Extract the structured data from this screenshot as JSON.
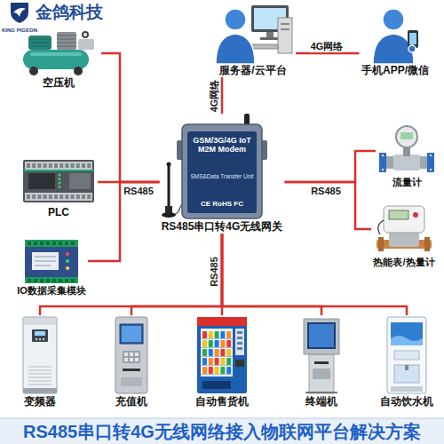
{
  "diagram": {
    "caption": "RS485串口转4G无线网络接入物联网平台解决方案",
    "nodes": [
      {
        "text": [
          "服务器/云平台"
        ]
      },
      {
        "text": [
          "手机APP/微信"
        ]
      },
      {
        "text": [
          "GSM/3G/4G IoT M2M Modem",
          "SMS&Data Transfer Unit",
          "CE RoHS FC",
          "RS485串口转4G无线网关"
        ]
      },
      {
        "text": [
          "空压机"
        ]
      },
      {
        "text": [
          "PLC"
        ]
      },
      {
        "text": [
          "IO数据采集模块"
        ]
      },
      {
        "text": [
          "流量计"
        ]
      },
      {
        "text": [
          "热能表/热量计"
        ]
      },
      {
        "text": [
          "变频器"
        ]
      },
      {
        "text": [
          "充值机"
        ]
      },
      {
        "text": [
          "自动售货机"
        ]
      },
      {
        "text": [
          "终端机"
        ]
      },
      {
        "text": [
          "自动饮水机"
        ]
      }
    ],
    "edges": [
      {
        "from": 0,
        "to": 2,
        "label": "4G网络",
        "arrow": "none"
      },
      {
        "from": 0,
        "to": 1,
        "label": "4G网络",
        "arrow": "none"
      },
      {
        "from": 2,
        "to": 3,
        "arrow": "none"
      },
      {
        "from": 2,
        "to": 4,
        "label": "RS485",
        "arrow": "none"
      },
      {
        "from": 2,
        "to": 5,
        "arrow": "none"
      },
      {
        "from": 2,
        "to": 6,
        "label": "RS485",
        "arrow": "none"
      },
      {
        "from": 2,
        "to": 7,
        "arrow": "none"
      },
      {
        "from": 2,
        "to": 8,
        "arrow": "none"
      },
      {
        "from": 2,
        "to": 9,
        "arrow": "none"
      },
      {
        "from": 2,
        "to": 10,
        "label": "RS485",
        "arrow": "none"
      },
      {
        "from": 2,
        "to": 11,
        "arrow": "none"
      },
      {
        "from": 2,
        "to": 12,
        "arrow": "none"
      }
    ],
    "labels": [
      "金鸽科技",
      "KING PIGEON"
    ]
  }
}
